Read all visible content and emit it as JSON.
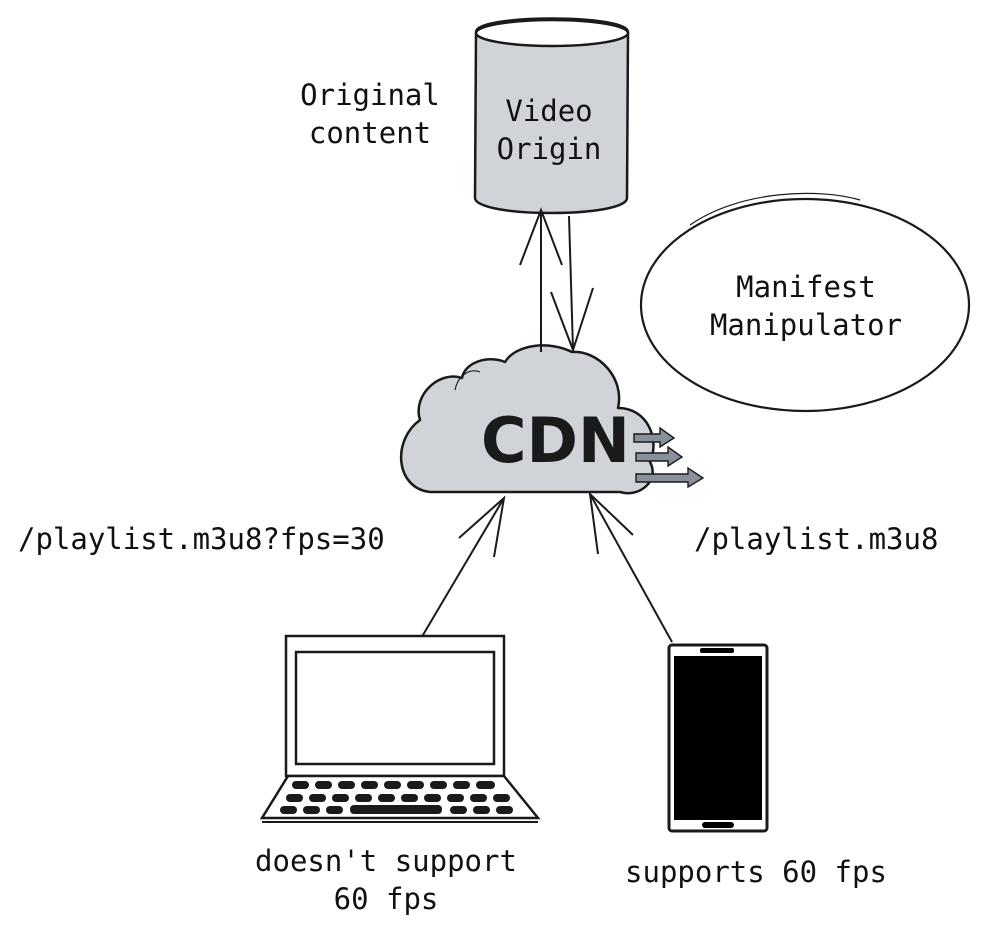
{
  "colors": {
    "node_fill": "#d0d4d9",
    "stroke": "#1a1a1a",
    "arrow_fill": "#8a9099",
    "phone_screen": "#000000"
  },
  "labels": {
    "original_content": "Original\ncontent",
    "video_origin": "Video\nOrigin",
    "manifest_manipulator": "Manifest\nManipulator",
    "cdn": "CDN",
    "request_left": "/playlist.m3u8?fps=30",
    "request_right": "/playlist.m3u8",
    "laptop_caption": "doesn't support\n60 fps",
    "phone_caption": "supports 60 fps"
  },
  "icons": {
    "origin": "database-cylinder-icon",
    "manipulator": "ellipse-node-icon",
    "cdn": "cloud-icon",
    "laptop": "laptop-icon",
    "phone": "smartphone-icon"
  }
}
